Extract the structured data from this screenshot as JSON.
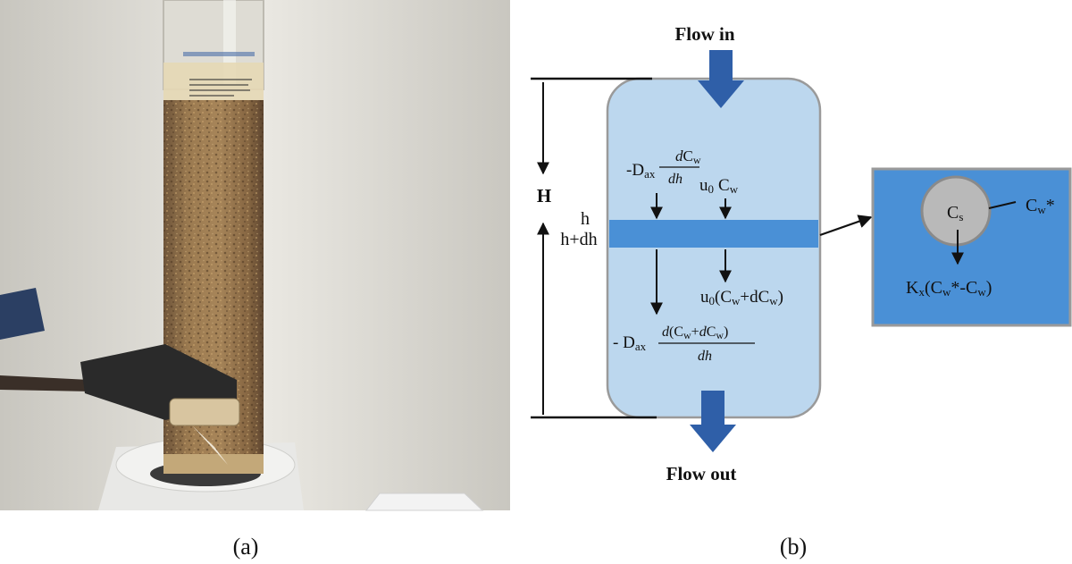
{
  "panel_labels": {
    "a": "(a)",
    "b": "(b)"
  },
  "flow": {
    "in": "Flow in",
    "out": "Flow out"
  },
  "column": {
    "height_label": "H",
    "h_label": "h",
    "h_dh_label": "h+dh"
  },
  "terms": {
    "dispersion_top": {
      "prefix": "-D",
      "sub": "ax",
      "num_d": "d",
      "num_c": "C",
      "num_sub": "w",
      "den": "dh"
    },
    "advection_top": {
      "u": "u",
      "u_sub": "0",
      "c": "C",
      "c_sub": "w"
    },
    "advection_bottom": {
      "u": "u",
      "u_sub": "0",
      "open": "(C",
      "c_sub": "w",
      "plus": "+dC",
      "dc_sub": "w",
      "close": ")"
    },
    "dispersion_bottom": {
      "prefix": "- D",
      "sub": "ax",
      "num_d": "d",
      "num_open": "(C",
      "num_sub1": "w",
      "num_plus": "+",
      "num_d2": "d",
      "num_c2": "C",
      "num_sub2": "w",
      "num_close": ")",
      "den": "dh"
    }
  },
  "particle": {
    "center": "C",
    "center_sub": "s",
    "surface": "C",
    "surface_sub": "w",
    "surface_star": "*",
    "rate_k": "K",
    "rate_k_sub": "x",
    "rate_open": "(C",
    "rate_sub1": "w",
    "rate_mid": "*-C",
    "rate_sub2": "w",
    "rate_close": ")"
  },
  "colors": {
    "column_fill": "#bcd7ee",
    "slice_fill": "#4a90d6",
    "arrow_fill": "#2f5fa8",
    "particle_box": "#4a90d6",
    "particle_fill": "#b9b9b9"
  }
}
